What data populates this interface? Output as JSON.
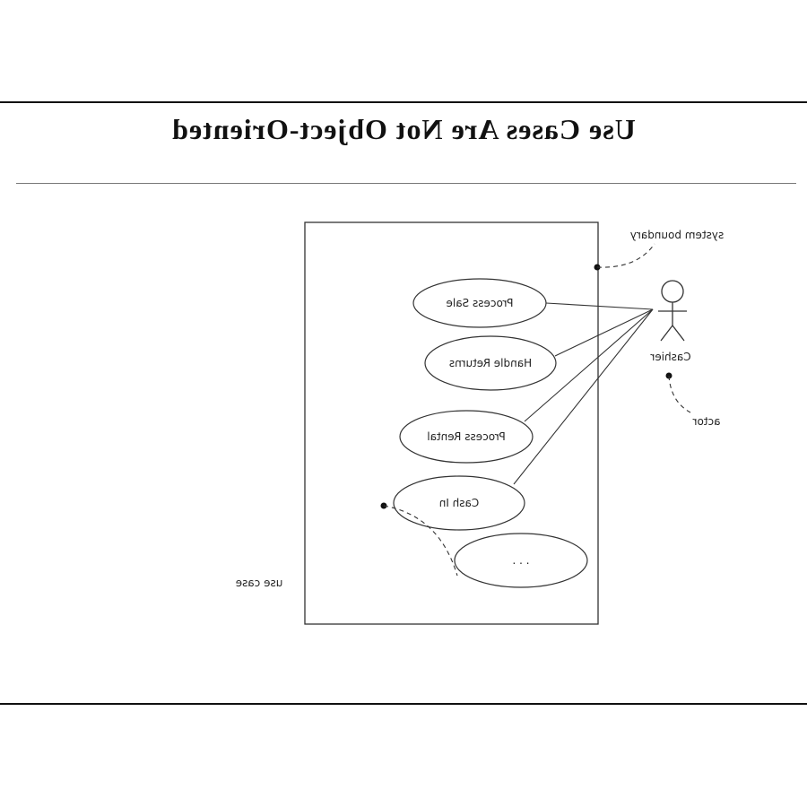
{
  "title": "Use Cases Are Not Object-Oriented",
  "mirrored": true,
  "actor": {
    "name": "Cashier"
  },
  "use_cases": [
    {
      "id": "process-sale",
      "label": "Process Sale"
    },
    {
      "id": "handle-returns",
      "label": "Handle Returns"
    },
    {
      "id": "process-rental",
      "label": "Process Rental"
    },
    {
      "id": "cash-in",
      "label": "Cash In"
    },
    {
      "id": "more",
      "label": ". . ."
    }
  ],
  "annotations": {
    "system_boundary": "system boundary",
    "actor": "actor",
    "use_case": "use case"
  }
}
